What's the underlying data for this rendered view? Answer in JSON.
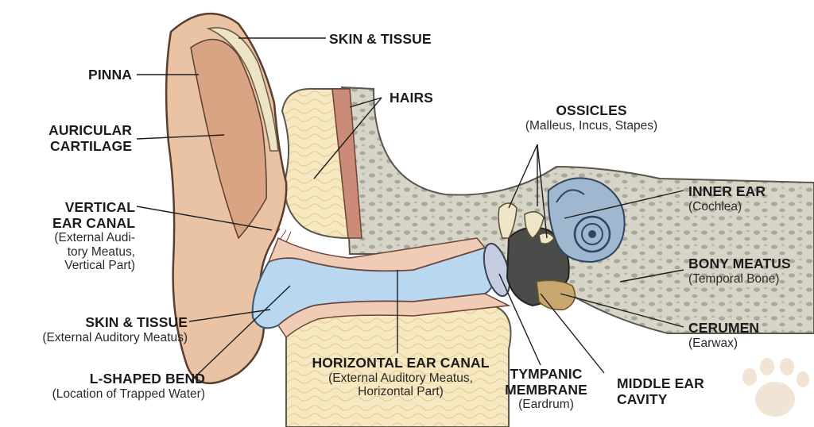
{
  "labels": {
    "skin_tissue_top": {
      "title": "SKIN & TISSUE"
    },
    "pinna": {
      "title": "PINNA"
    },
    "auricular_cartilage": {
      "title_line1": "AURICULAR",
      "title_line2": "CARTILAGE"
    },
    "hairs": {
      "title": "HAIRS"
    },
    "ossicles": {
      "title": "OSSICLES",
      "sub": "(Malleus, Incus, Stapes)"
    },
    "vertical_canal": {
      "title_line1": "VERTICAL",
      "title_line2": "EAR CANAL",
      "sub_line1": "(External Audi-",
      "sub_line2": "tory Meatus,",
      "sub_line3": "Vertical Part)"
    },
    "inner_ear": {
      "title": "INNER EAR",
      "sub": "(Cochlea)"
    },
    "bony_meatus": {
      "title": "BONY MEATUS",
      "sub": "(Temporal Bone)"
    },
    "skin_tissue_lower": {
      "title": "SKIN & TISSUE",
      "sub": "(External Auditory Meatus)"
    },
    "cerumen": {
      "title": "CERUMEN",
      "sub": "(Earwax)"
    },
    "horizontal_canal": {
      "title": "HORIZONTAL EAR CANAL",
      "sub_line1": "(External Auditory Meatus,",
      "sub_line2": "Horizontal Part)"
    },
    "tympanic": {
      "title_line1": "TYMPANIC",
      "title_line2": "MEMBRANE",
      "sub": "(Eardrum)"
    },
    "middle_ear": {
      "title_line1": "MIDDLE EAR",
      "title_line2": "CAVITY"
    },
    "l_bend": {
      "title": "L-SHAPED BEND",
      "sub": "(Location of Trapped Water)"
    }
  },
  "colors": {
    "skin": "#e9c3a4",
    "skin_dark": "#d9a483",
    "cartilage": "#ede3c6",
    "bone": "#d5d2c6",
    "bone_dots": "#a9a69a",
    "fat": "#f6e7bd",
    "water": "#b9d7ee",
    "canal_wall": "#f0cbb6",
    "cochlea": "#9fb7cf",
    "muscle": "#cc8a78",
    "dark_cavity": "#4b4b4a",
    "cerumen": "#c9a870",
    "line": "#1e1e1e",
    "paw": "#f1e4d5"
  },
  "icons": [
    "paw-print-icon"
  ]
}
